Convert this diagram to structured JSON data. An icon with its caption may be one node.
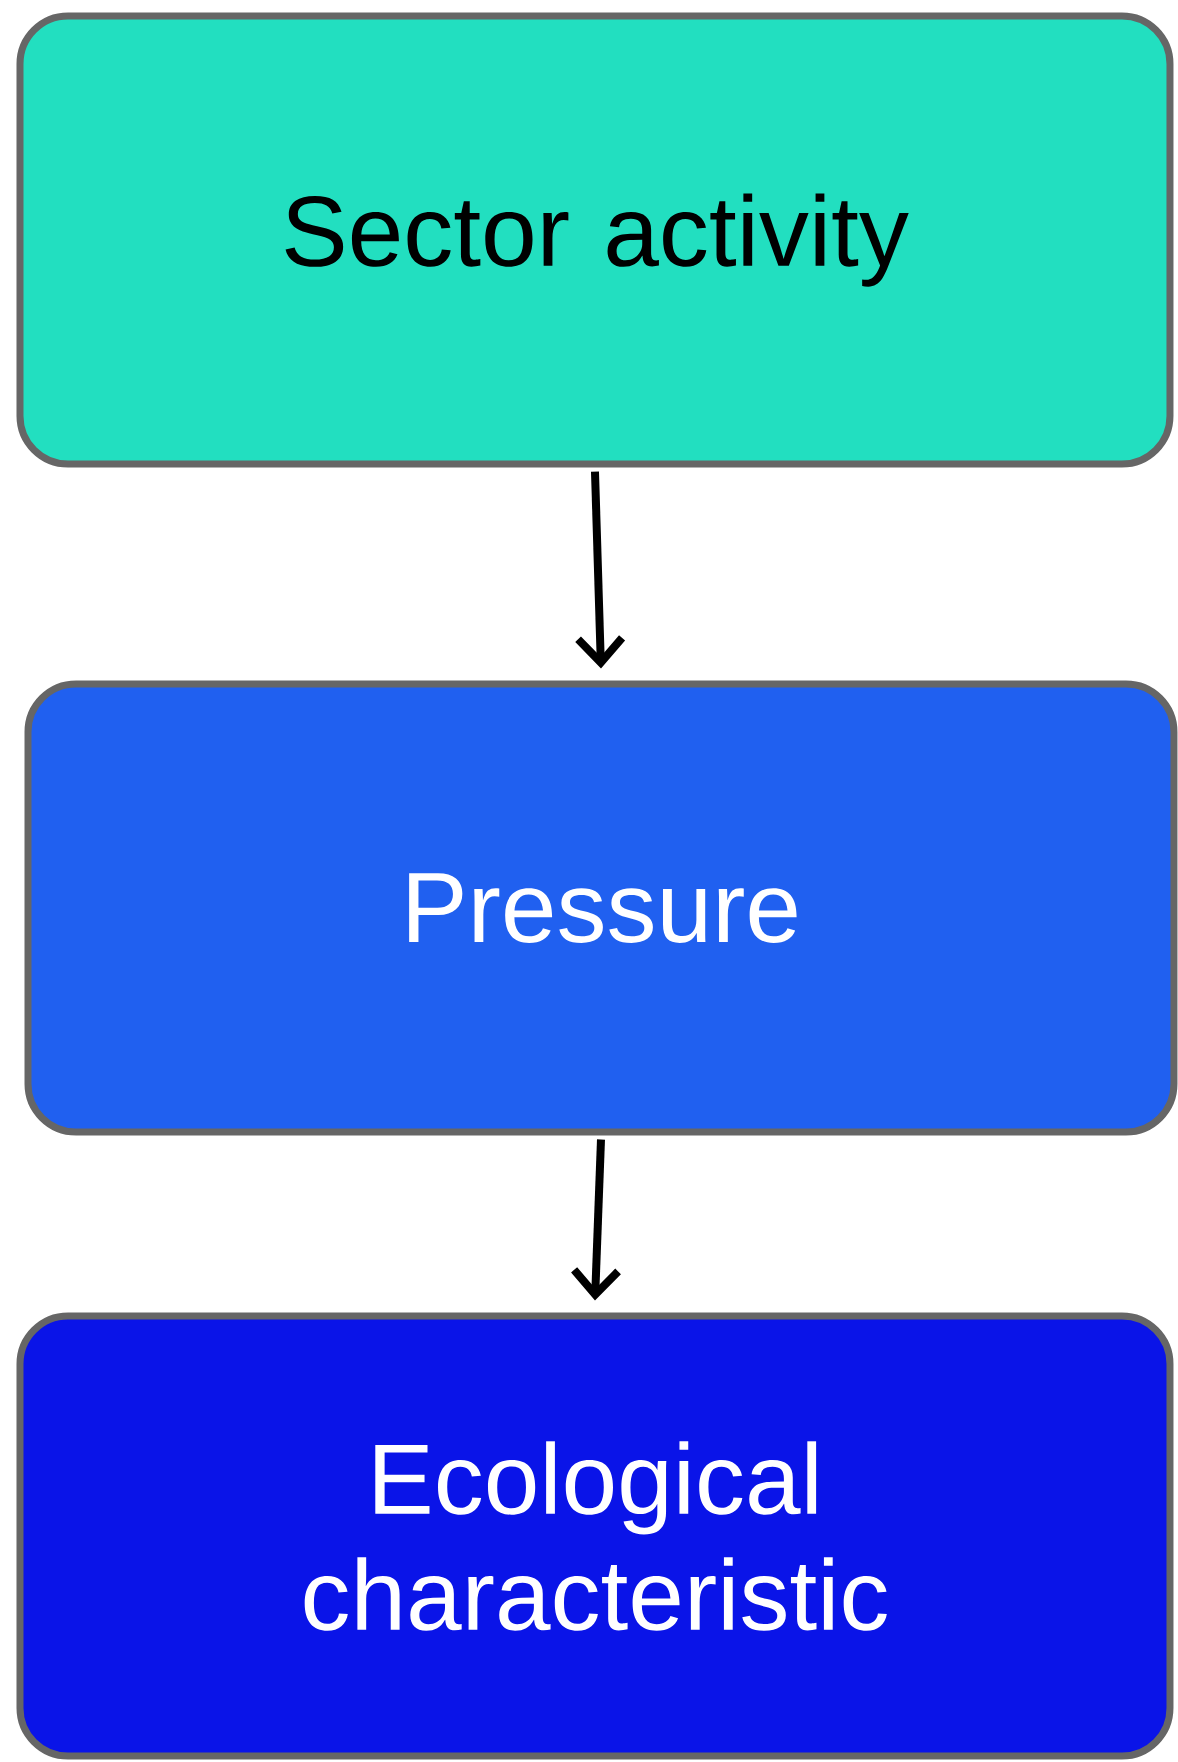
{
  "diagram": {
    "nodes": [
      {
        "text": [
          "Sector activity"
        ]
      },
      {
        "text": [
          "Pressure"
        ]
      },
      {
        "text": [
          "Ecological characteristic"
        ]
      }
    ],
    "edges": [
      {
        "from": 0,
        "to": 1,
        "arrow": "to"
      },
      {
        "from": 1,
        "to": 2,
        "arrow": "to"
      }
    ]
  }
}
